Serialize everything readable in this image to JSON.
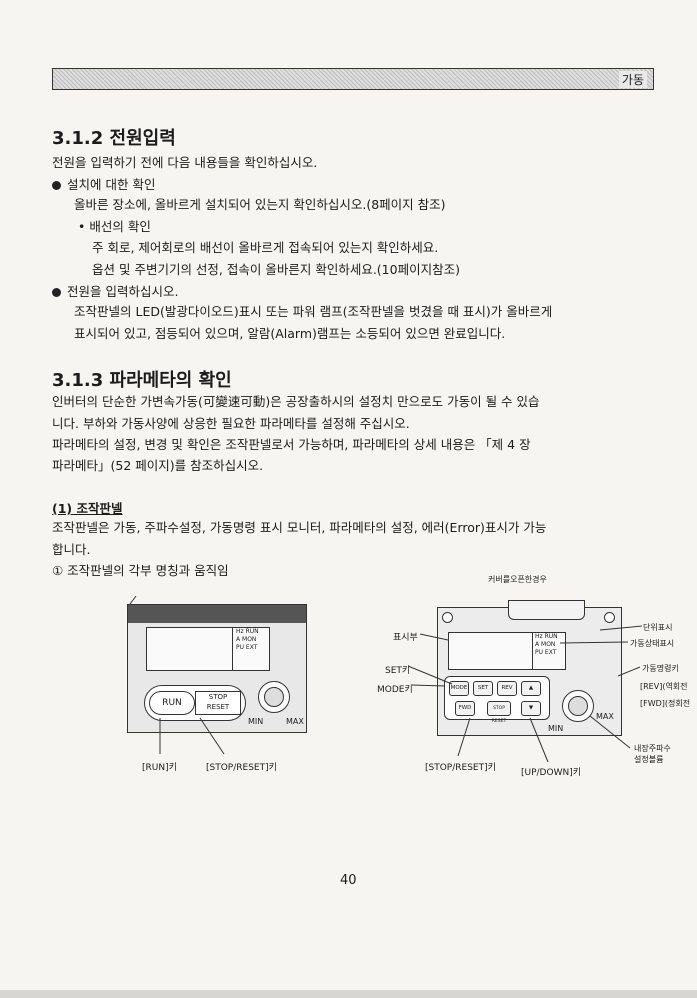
{
  "header": {
    "tag": "가동"
  },
  "s312": {
    "heading": "3.1.2 전원입력",
    "intro": "전원을 입력하기 전에 다음 내용들을 확인하십시오.",
    "b1": "설치에 대한 확인",
    "b1_text": "올바른 장소에, 올바르게 설치되어 있는지 확인하십시오.(8페이지 참조)",
    "sub1": "• 배선의 확인",
    "sub1_a": "주 회로, 제어회로의 배선이 올바르게 접속되어 있는지 확인하세요.",
    "sub1_b": "옵션 및 주변기기의 선정, 접속이 올바른지 확인하세요.(10페이지참조)",
    "b2": "전원을 입력하십시오.",
    "b2_l1": "조작판넬의 LED(발광다이오드)표시 또는 파워 램프(조작판넬을 벗겼을 때 표시)가 올바르게",
    "b2_l2": "표시되어 있고, 점등되어 있으며, 알람(Alarm)램프는 소등되어 있으면 완료입니다."
  },
  "s313": {
    "heading": "3.1.3 파라메타의 확인",
    "p1_l1": "인버터의 단순한 가변속가동(可變速可動)은 공장출하시의 설정치 만으로도 가동이 될 수 있습",
    "p1_l2": "니다. 부하와 가동사양에 상응한 필요한 파라메타를 설정해 주십시오.",
    "p2_l1": "파라메타의 설정, 변경 및 확인은 조작판넬로서 가능하며, 파라메타의 상세 내용은 「제 4 장",
    "p2_l2": "파라메타」(52 페이지)를 참조하십시오."
  },
  "s1": {
    "heading": "(1) 조작판넬",
    "p_l1": "조작판넬은 가동, 주파수설정, 가동명령 표시 모니터, 파라메타의 설정, 에러(Error)표시가 가능",
    "p_l2": "합니다.",
    "item1": "① 조작판넬의 각부 명칭과 움직임"
  },
  "figure": {
    "cover_note": "커버를오픈한경우",
    "left": {
      "ind1": "Hz RUN",
      "ind2": "A MON",
      "ind3": "PU EXT",
      "run": "RUN",
      "stop1": "STOP",
      "stop2": "RESET",
      "min": "MIN",
      "max": "MAX",
      "label_run": "[RUN]키",
      "label_stop": "[STOP/RESET]키"
    },
    "right": {
      "ind1": "Hz RUN",
      "ind2": "A MON",
      "ind3": "PU EXT",
      "key_mode": "MODE",
      "key_set": "SET",
      "key_rev": "REV",
      "key_up": "▲",
      "key_fwd": "FWD",
      "key_stop": "STOP RESET",
      "key_down": "▼",
      "min": "MIN",
      "max": "MAX",
      "lbl_display": "표시부",
      "lbl_set": "SET키",
      "lbl_mode": "MODE키",
      "lbl_unit": "단위표시",
      "lbl_state": "가동상태표시",
      "lbl_cmd": "가동명령키",
      "lbl_rev": "[REV](역회전",
      "lbl_fwd": "[FWD](정회전",
      "lbl_freq1": "내장주파수",
      "lbl_freq2": "설정볼륨",
      "lbl_stop": "[STOP/RESET]키",
      "lbl_updown": "[UP/DOWN]키"
    }
  },
  "page_number": "40"
}
